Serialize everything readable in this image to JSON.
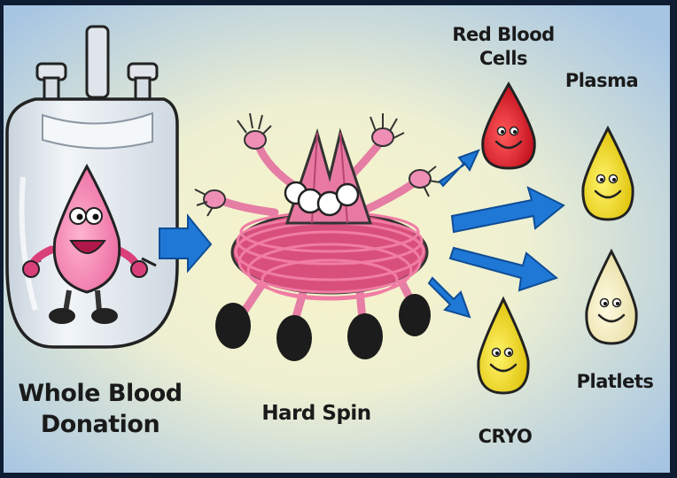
{
  "labels": {
    "whole_blood_line1": "Whole Blood",
    "whole_blood_line2": "Donation",
    "hard_spin": "Hard Spin",
    "red_blood_line1": "Red Blood",
    "red_blood_line2": "Cells",
    "plasma": "Plasma",
    "platlets": "Platlets",
    "cryo": "CRYO"
  },
  "colors": {
    "background_center": "#f6f2c6",
    "background_edge": "#a9c7e4",
    "arrow": "#1f78d6",
    "blood_bag": "#e3e9ef",
    "pink_drop": "#f288b4",
    "centrifuge": "#dc5b82",
    "red_drop": "#e21f2d",
    "yellow_drop": "#f5e21a",
    "platelet_drop": "#f7f1c6"
  },
  "icons": [
    "blood-bag-icon",
    "pink-drop-character-icon",
    "centrifuge-character-icon",
    "arrow-right-icon",
    "red-drop-icon",
    "yellow-drop-icon",
    "cream-drop-icon"
  ]
}
